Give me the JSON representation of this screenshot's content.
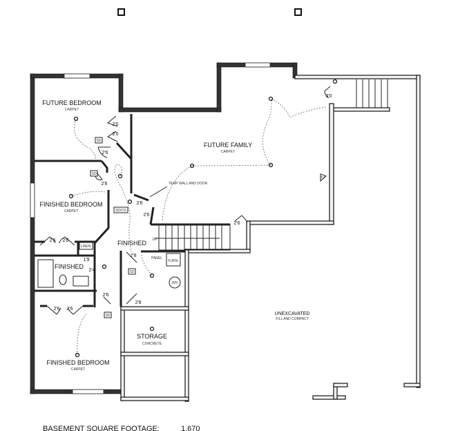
{
  "rooms": {
    "future_bedroom": {
      "name": "FUTURE BEDROOM",
      "floor": "CARPET"
    },
    "future_family": {
      "name": "FUTURE FAMILY",
      "floor": "CARPET"
    },
    "finished_bedroom_1": {
      "name": "FINISHED BEDROOM",
      "floor": "CARPET"
    },
    "finished_hall": {
      "name": "FINISHED"
    },
    "finished_bath": {
      "name": "FINISHED"
    },
    "finished_bedroom_2": {
      "name": "FINISHED BEDROOM",
      "floor": "CARPET"
    },
    "storage": {
      "name": "STORAGE",
      "floor": "CONCRETE"
    },
    "unexcavated": {
      "name": "UNEXCAVATED",
      "note": "FILL AND COMPACT"
    }
  },
  "labels": {
    "temp_wall": "TEMP WALL AND DOOR",
    "linen": "LINEN",
    "panel": "PANEL",
    "furnace": "FURN.",
    "water_heater": "WH",
    "up": "UP",
    "sd": "SD",
    "sdco": "SD/CO",
    "tv": "TV"
  },
  "dimensions": {
    "d20": "2'0",
    "d26": "2'6",
    "d28": "2'8",
    "d24": "2'4",
    "d19": "1'9",
    "d30": "3'0"
  },
  "footer": {
    "label": "BASEMENT SQUARE FOOTAGE:",
    "value": "1,670"
  }
}
